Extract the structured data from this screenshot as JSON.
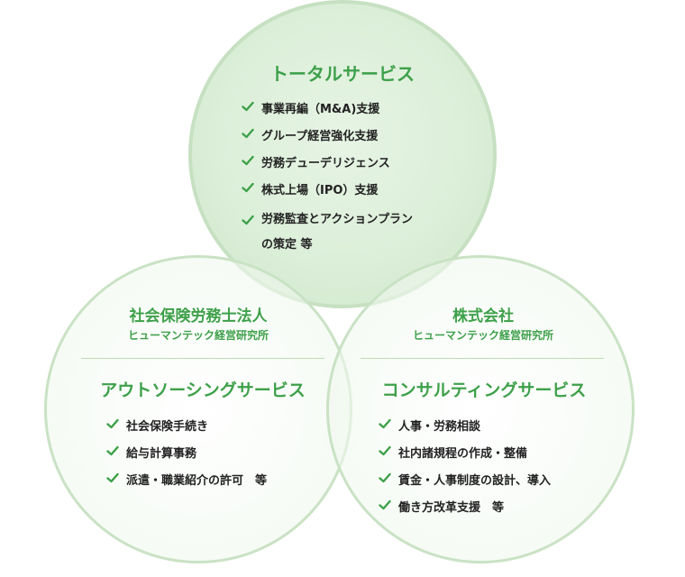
{
  "top": {
    "title": "トータルサービス",
    "items": [
      "事業再編（M&A)支援",
      "グループ経営強化支援",
      "労務デューデリジェンス",
      "株式上場（IPO）支援",
      "労務監査とアクションプラン",
      "の策定 等"
    ]
  },
  "left": {
    "name": "社会保険労務士法人",
    "subname": "ヒューマンテック経営研究所",
    "service": "アウトソーシングサービス",
    "items": [
      "社会保険手続き",
      "給与計算事務",
      "派遣・職業紹介の許可　等"
    ]
  },
  "right": {
    "name": "株式会社",
    "subname": "ヒューマンテック経営研究所",
    "service": "コンサルティングサービス",
    "items": [
      "人事・労務相談",
      "社内諸規程の作成・整備",
      "賃金・人事制度の設計、導入",
      "働き方改革支援　等"
    ]
  },
  "colors": {
    "accent": "#3ea04a",
    "check": "#3ea04a",
    "text": "#222222"
  }
}
